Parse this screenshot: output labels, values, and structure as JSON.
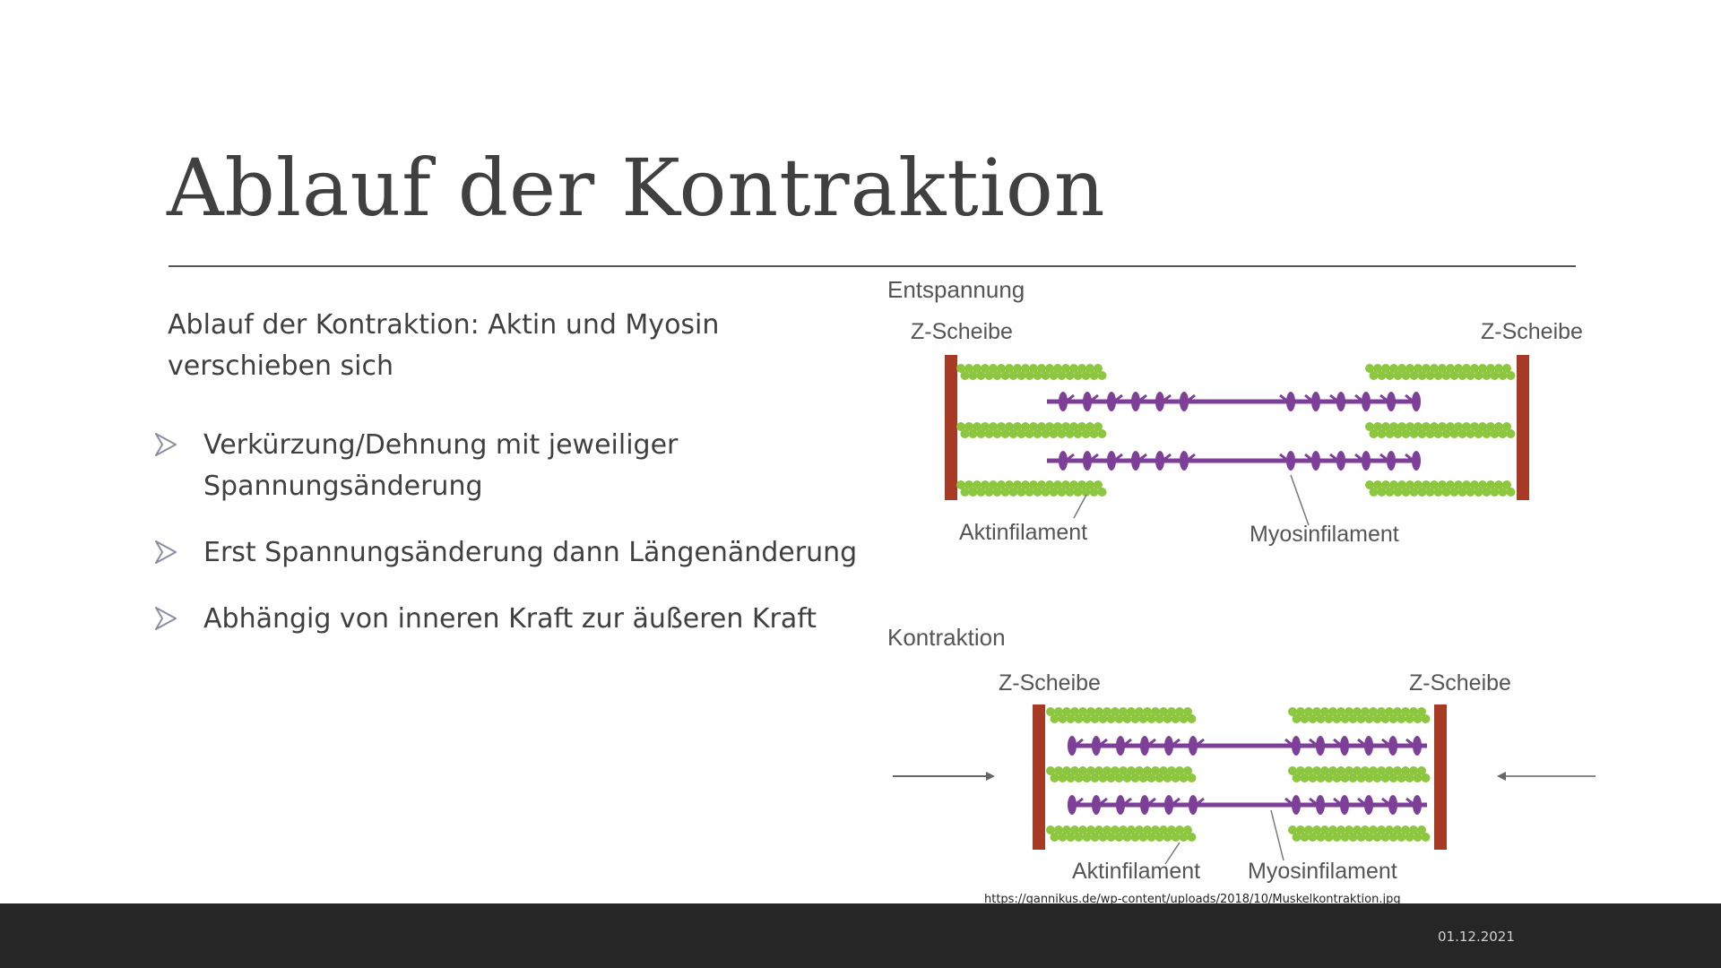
{
  "slide": {
    "title": "Ablauf der Kontraktion",
    "intro": "Ablauf der Kontraktion: Aktin und Myosin verschieben sich",
    "bullets": [
      "Verkürzung/Dehnung mit jeweiliger Spannungsänderung",
      "Erst Spannungsänderung dann Längenänderung",
      "Abhängig von inneren Kraft zur äußeren Kraft"
    ],
    "bullet_icon": "arrowhead-bullet-icon"
  },
  "diagram": {
    "panels": [
      {
        "heading": "Entspannung",
        "z_left_label": "Z-Scheibe",
        "z_right_label": "Z-Scheibe",
        "actin_label": "Aktinfilament",
        "myosin_label": "Myosinfilament"
      },
      {
        "heading": "Kontraktion",
        "z_left_label": "Z-Scheibe",
        "z_right_label": "Z-Scheibe",
        "actin_label": "Aktinfilament",
        "myosin_label": "Myosinfilament"
      }
    ],
    "colors": {
      "z_disc": "#a63a24",
      "actin": "#8dc63f",
      "myosin": "#7d3f98",
      "label": "#555555",
      "arrow": "#666666"
    }
  },
  "source": "https://gannikus.de/wp-content/uploads/2018/10/Muskelkontraktion.jpg",
  "footer": {
    "date": "01.12.2021"
  }
}
